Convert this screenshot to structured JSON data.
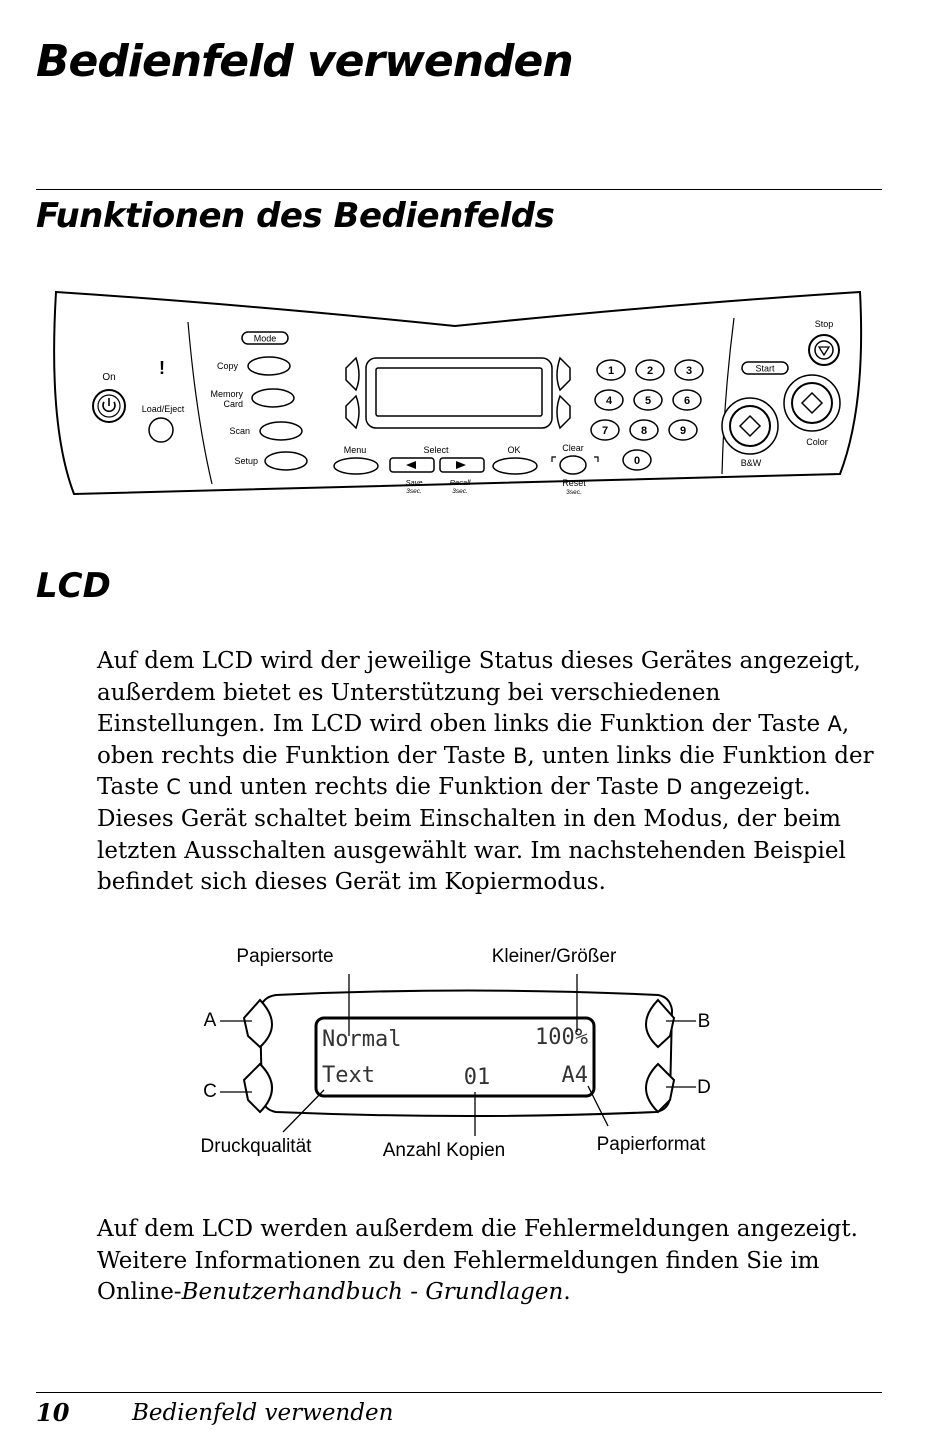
{
  "page_title": "Bedienfeld verwenden",
  "section_title": "Funktionen des Bedienfelds",
  "subsection_title": "LCD",
  "panel": {
    "on_label": "On",
    "load_eject_label": "Load/Eject",
    "mode_label": "Mode",
    "copy_label": "Copy",
    "memory_label": "Memory",
    "card_label": "Card",
    "scan_label": "Scan",
    "setup_label": "Setup",
    "menu_label": "Menu",
    "select_label": "Select",
    "ok_label": "OK",
    "clear_label": "Clear",
    "save_label": "Save",
    "save_sub": "3sec.",
    "recall_label": "Recall",
    "recall_sub": "3sec.",
    "reset_label": "Reset",
    "reset_sub": "3sec.",
    "keys": [
      "1",
      "2",
      "3",
      "4",
      "5",
      "6",
      "7",
      "8",
      "9",
      "0"
    ],
    "start_label": "Start",
    "stop_label": "Stop",
    "color_label": "Color",
    "bw_label": "B&W"
  },
  "paragraph1": {
    "part1": "Auf dem LCD wird der jeweilige Status dieses Gerätes angezeigt, außerdem bietet es Unterstützung bei verschiedenen Einstellungen. Im LCD wird oben links die Funktion der Taste ",
    "key_a": "A",
    "part2": ", oben rechts die Funktion der Taste ",
    "key_b": "B",
    "part3": ", unten links die Funktion der Taste ",
    "key_c": "C",
    "part4": " und unten rechts die Funktion der Taste ",
    "key_d": "D",
    "part5": " angezeigt. Dieses Gerät schaltet beim Einschalten in den Modus, der beim letzten Ausschalten ausgewählt war. Im nachstehenden Beispiel befindet sich dieses Gerät im Kopiermodus."
  },
  "lcd_diagram": {
    "label_paper_type": "Papiersorte",
    "label_zoom": "Kleiner/Größer",
    "label_quality": "Druckqualität",
    "label_copies": "Anzahl Kopien",
    "label_paper_size": "Papierformat",
    "key_a": "A",
    "key_b": "B",
    "key_c": "C",
    "key_d": "D",
    "line1_left": "Normal",
    "line1_right": "100%",
    "line2_left": "Text",
    "line2_mid": "01",
    "line2_right": "A4"
  },
  "paragraph2": {
    "part1": "Auf dem LCD werden außerdem die Fehlermeldungen angezeigt. Weitere Informationen zu den Fehlermeldungen finden Sie im Online-",
    "italic": "Benutzerhandbuch - Grundlagen",
    "part2": "."
  },
  "footer": {
    "page_number": "10",
    "title": "Bedienfeld verwenden"
  }
}
